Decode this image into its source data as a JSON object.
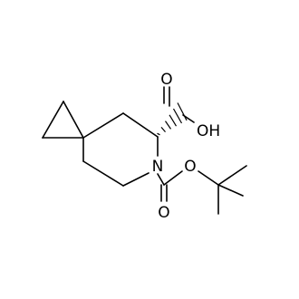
{
  "molecule": {
    "atom_labels": {
      "carbonyl_oxygen_acid": "O",
      "hydroxyl": "OH",
      "ring_nitrogen": "N",
      "ester_oxygen": "O",
      "carbonyl_oxygen_boc": "O"
    },
    "stereo_bond": "hashed-wedge",
    "colors": {
      "bonds": "#000000",
      "labels": "#000000",
      "background": "#ffffff"
    }
  }
}
